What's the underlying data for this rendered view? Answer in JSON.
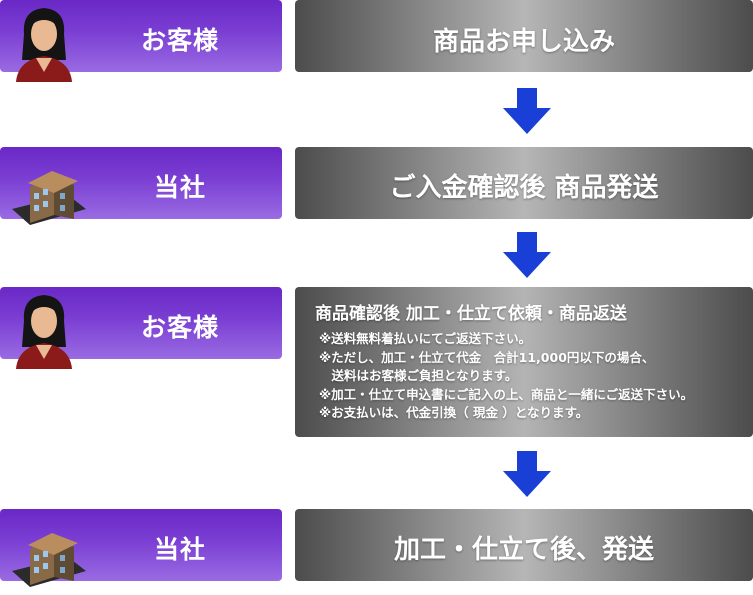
{
  "rows": [
    {
      "actor": "お客様",
      "step": "商品お申し込み"
    },
    {
      "actor": "当社",
      "step": "ご入金確認後 商品発送"
    },
    {
      "actor": "お客様",
      "step": "商品確認後 加工・仕立て依頼・商品返送",
      "notes": [
        "※送料無料着払いにてご返送下さい。",
        "※ただし、加工・仕立て代金　合計11,000円以下の場合、",
        "　送料はお客様ご負担となります。",
        "※加工・仕立て申込書にご記入の上、商品と一緒にご返送下さい。",
        "※お支払いは、代金引換（ 現金 ）となります。"
      ]
    },
    {
      "actor": "当社",
      "step": "加工・仕立て後、発送"
    }
  ],
  "icons": {
    "customer": "customer-avatar-icon",
    "company": "company-building-icon",
    "arrow": "arrow-down-icon"
  },
  "colors": {
    "actor_box": "#7b3fd3",
    "step_box": "#8a8a8a",
    "arrow": "#1a3fd6"
  }
}
